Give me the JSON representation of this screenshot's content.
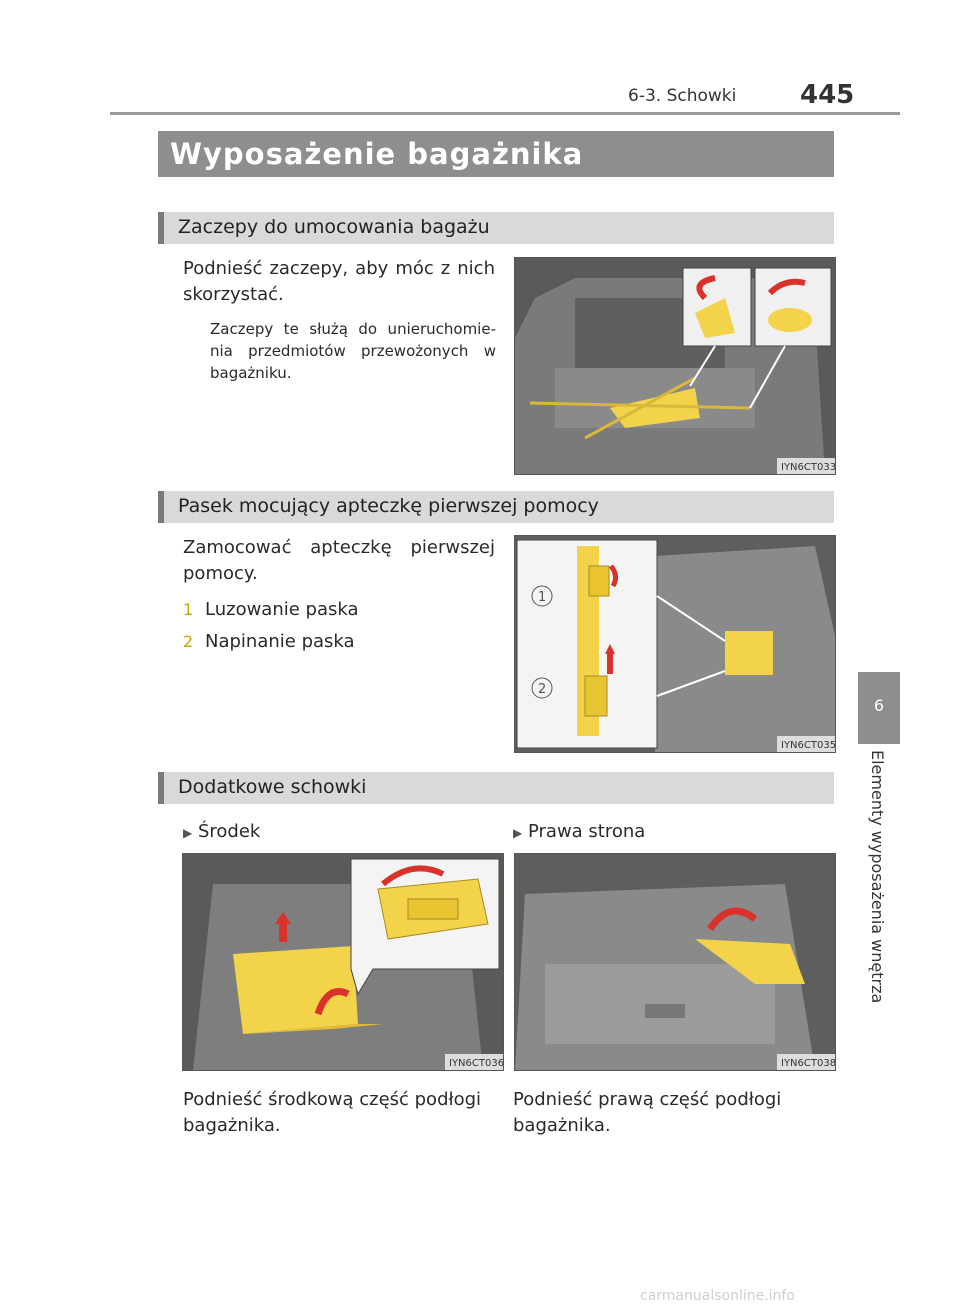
{
  "header": {
    "section": "6-3. Schowki",
    "page_number": "445"
  },
  "title": "Wyposażenie bagażnika",
  "side_tab": {
    "number": "6",
    "label": "Elementy wyposażenia wnętrza"
  },
  "section1": {
    "heading": "Zaczepy do umocowania bagażu",
    "text": "Podnieść zaczepy, aby móc z nich skorzystać.",
    "note": "Zaczepy te służą do unieruchomie-nia przedmiotów przewożonych w bagażniku.",
    "image_code": "IYN6CT033"
  },
  "section2": {
    "heading": "Pasek mocujący apteczkę pierwszej pomocy",
    "text": "Zamocować apteczkę pierwszej pomocy.",
    "items": [
      {
        "num": "1",
        "label": "Luzowanie paska"
      },
      {
        "num": "2",
        "label": "Napinanie paska"
      }
    ],
    "image_labels": [
      "1",
      "2"
    ],
    "image_code": "IYN6CT035"
  },
  "section3": {
    "heading": "Dodatkowe schowki",
    "left": {
      "label": "Środek",
      "caption": "Podnieść środkową część podłogi bagażnika.",
      "image_code": "IYN6CT036"
    },
    "right": {
      "label": "Prawa strona",
      "caption": "Podnieść prawą część podłogi bagażnika.",
      "image_code": "IYN6CT038"
    }
  },
  "watermark": "carmanualsonline.info",
  "colors": {
    "gray_bar": "#8e8e8e",
    "sub_bar": "#d9d9d9",
    "accent_yellow": "#f2d34a",
    "arrow_red": "#d8322a"
  }
}
